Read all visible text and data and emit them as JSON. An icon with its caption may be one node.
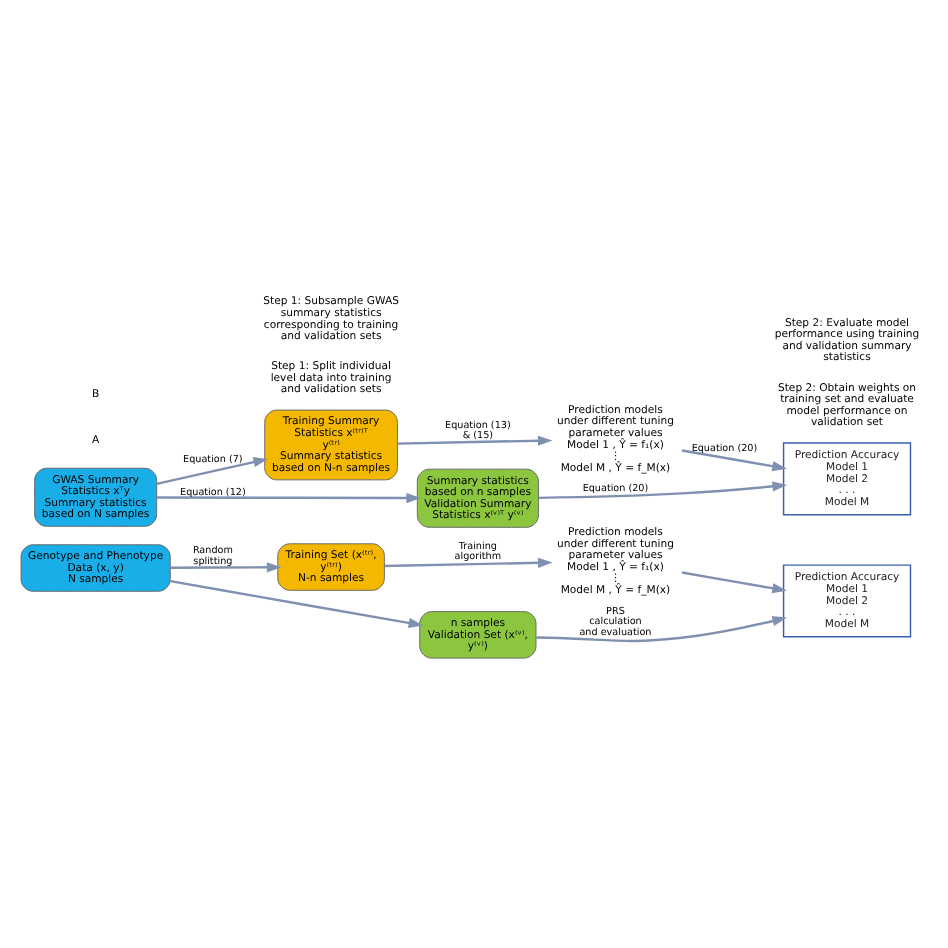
{
  "diagram": {
    "nodes": [
      {
        "text": [
          "Genotype and Phenotype Data (x, y)",
          "N samples"
        ]
      },
      {
        "text": [
          "Training Set (x⁽ᵗʳ⁾, y⁽ᵗʳ⁾)",
          "N-n samples"
        ]
      },
      {
        "text": [
          "n samples",
          "Validation Set (x⁽ᵛ⁾, y⁽ᵛ⁾)"
        ]
      },
      {
        "text": [
          "Prediction models under different tuning parameter values",
          "Model 1 , Ŷ = f₁(x)",
          "⋮",
          "Model M , Ŷ = f_M(x)"
        ]
      },
      {
        "text": [
          "Prediction Accuracy",
          "Model 1",
          "Model 2",
          ". . .",
          "Model M"
        ]
      },
      {
        "text": [
          "GWAS Summary Statistics xᵀy",
          "Summary statistics based on N samples"
        ]
      },
      {
        "text": [
          "Training Summary Statistics x⁽ᵗʳ⁾ᵀ y⁽ᵗʳ⁾",
          "Summary statistics based on N-n samples"
        ]
      },
      {
        "text": [
          "Summary statistics based on n samples",
          "Validation Summary Statistics x⁽ᵛ⁾ᵀ y⁽ᵛ⁾"
        ]
      },
      {
        "text": [
          "Prediction models under different tuning parameter values",
          "Model 1 , Ŷ = f₁(x)",
          "⋮",
          "Model M , Ŷ = f_M(x)"
        ]
      },
      {
        "text": [
          "Prediction Accuracy",
          "Model 1",
          "Model 2",
          ". . .",
          "Model M"
        ]
      }
    ],
    "edges": [
      {
        "from": 0,
        "to": 1,
        "arrow": "to",
        "label": "Random splitting"
      },
      {
        "from": 0,
        "to": 2,
        "arrow": "to"
      },
      {
        "from": 1,
        "to": 3,
        "arrow": "to",
        "label": "Training algorithm"
      },
      {
        "from": 3,
        "to": 4,
        "arrow": "to"
      },
      {
        "from": 2,
        "to": 4,
        "arrow": "to",
        "label": "PRS calculation and evaluation"
      },
      {
        "from": 5,
        "to": 6,
        "arrow": "to",
        "label": "Equation (7)"
      },
      {
        "from": 5,
        "to": 7,
        "arrow": "to",
        "label": "Equation (12)"
      },
      {
        "from": 6,
        "to": 8,
        "arrow": "to",
        "label": "Equation (13) & (15)"
      },
      {
        "from": 8,
        "to": 9,
        "arrow": "to",
        "label": "Equation (20)"
      },
      {
        "from": 7,
        "to": 9,
        "arrow": "to",
        "label": "Equation (20)"
      }
    ],
    "labels": [
      "A",
      "Step 1: Split individual level data into training and validation sets",
      "Step 2: Obtain weights on training set and evaluate model performance on validation set",
      "B",
      "Step 1: Subsample GWAS summary statistics corresponding to training and validation sets",
      "Step 2: Evaluate model performance using training and validation summary statistics"
    ]
  }
}
